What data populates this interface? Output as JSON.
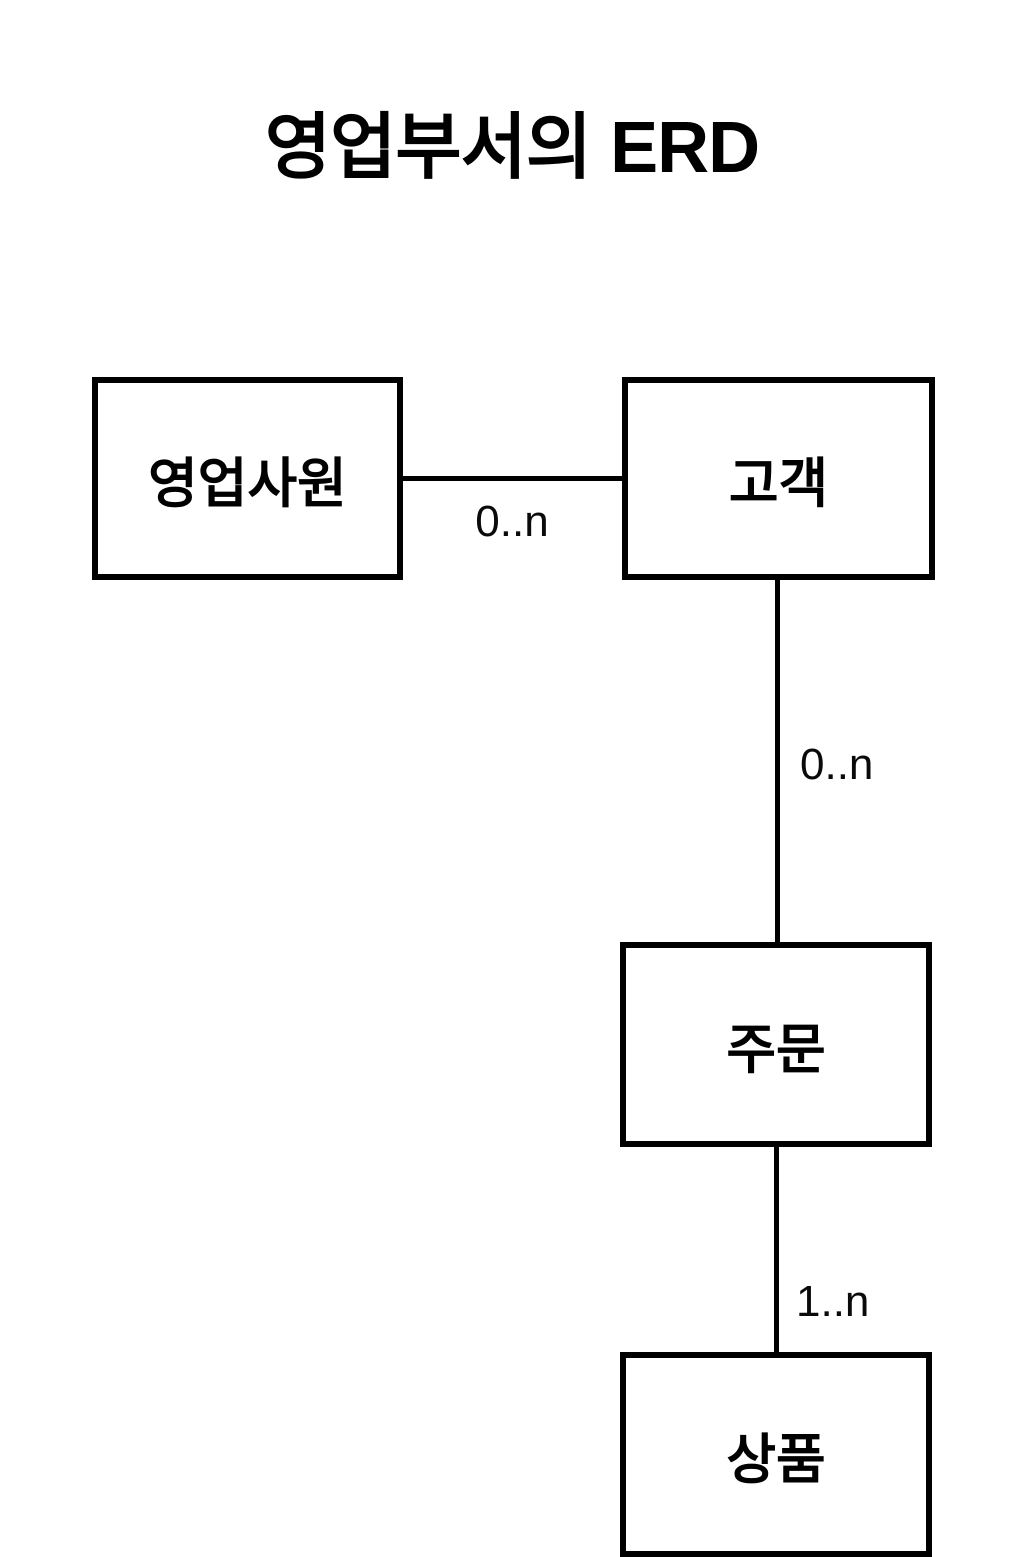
{
  "page": {
    "title": "영업부서의 ERD",
    "background_color": "#ffffff",
    "line_color": "#000000"
  },
  "diagram": {
    "type": "entity-relationship-diagram",
    "entities": [
      {
        "id": "sales-rep",
        "label": "영업사원"
      },
      {
        "id": "customer",
        "label": "고객"
      },
      {
        "id": "order",
        "label": "주문"
      },
      {
        "id": "product",
        "label": "상품"
      }
    ],
    "relationships": [
      {
        "from": "영업사원",
        "to": "고객",
        "cardinality": "0..n",
        "orientation": "horizontal"
      },
      {
        "from": "고객",
        "to": "주문",
        "cardinality": "0..n",
        "orientation": "vertical"
      },
      {
        "from": "주문",
        "to": "상품",
        "cardinality": "1..n",
        "orientation": "vertical"
      }
    ]
  }
}
